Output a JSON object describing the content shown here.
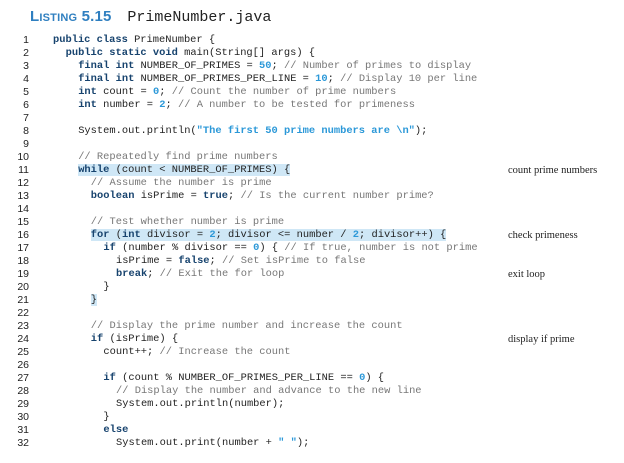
{
  "listing": {
    "label": "Listing 5.15",
    "filename": "PrimeNumber.java"
  },
  "colors": {
    "keyword": "#17436e",
    "literal": "#2b98d8",
    "comment": "#777777",
    "highlight": "#cfe7f6"
  },
  "lines": [
    {
      "n": "1",
      "indent": 0,
      "tokens": [
        [
          "k",
          "public class"
        ],
        [
          "t",
          " PrimeNumber {"
        ]
      ]
    },
    {
      "n": "2",
      "indent": 1,
      "tokens": [
        [
          "k",
          "public static void"
        ],
        [
          "t",
          " main(String[] args) {"
        ]
      ]
    },
    {
      "n": "3",
      "indent": 2,
      "tokens": [
        [
          "k",
          "final int"
        ],
        [
          "t",
          " NUMBER_OF_PRIMES = "
        ],
        [
          "n",
          "50"
        ],
        [
          "t",
          "; "
        ],
        [
          "c",
          "// Number of primes to display"
        ]
      ]
    },
    {
      "n": "4",
      "indent": 2,
      "tokens": [
        [
          "k",
          "final int"
        ],
        [
          "t",
          " NUMBER_OF_PRIMES_PER_LINE = "
        ],
        [
          "n",
          "10"
        ],
        [
          "t",
          "; "
        ],
        [
          "c",
          "// Display 10 per line"
        ]
      ]
    },
    {
      "n": "5",
      "indent": 2,
      "tokens": [
        [
          "k",
          "int"
        ],
        [
          "t",
          " count = "
        ],
        [
          "n",
          "0"
        ],
        [
          "t",
          "; "
        ],
        [
          "c",
          "// Count the number of prime numbers"
        ]
      ]
    },
    {
      "n": "6",
      "indent": 2,
      "tokens": [
        [
          "k",
          "int"
        ],
        [
          "t",
          " number = "
        ],
        [
          "n",
          "2"
        ],
        [
          "t",
          "; "
        ],
        [
          "c",
          "// A number to be tested for primeness"
        ]
      ]
    },
    {
      "n": "7",
      "indent": 0,
      "tokens": []
    },
    {
      "n": "8",
      "indent": 2,
      "tokens": [
        [
          "t",
          "System.out.println("
        ],
        [
          "n",
          "\"The first 50 prime numbers are \\n\""
        ],
        [
          "t",
          ");"
        ]
      ]
    },
    {
      "n": "9",
      "indent": 0,
      "tokens": []
    },
    {
      "n": "10",
      "indent": 2,
      "tokens": [
        [
          "c",
          "// Repeatedly find prime numbers"
        ]
      ]
    },
    {
      "n": "11",
      "indent": 2,
      "hl": true,
      "note": "count prime numbers",
      "tokens": [
        [
          "k",
          "while"
        ],
        [
          "t",
          " (count < NUMBER_OF_PRIMES) {"
        ]
      ]
    },
    {
      "n": "12",
      "indent": 3,
      "tokens": [
        [
          "c",
          "// Assume the number is prime"
        ]
      ]
    },
    {
      "n": "13",
      "indent": 3,
      "tokens": [
        [
          "k",
          "boolean"
        ],
        [
          "t",
          " isPrime = "
        ],
        [
          "k",
          "true"
        ],
        [
          "t",
          "; "
        ],
        [
          "c",
          "// Is the current number prime?"
        ]
      ]
    },
    {
      "n": "14",
      "indent": 0,
      "tokens": []
    },
    {
      "n": "15",
      "indent": 3,
      "tokens": [
        [
          "c",
          "// Test whether number is prime"
        ]
      ]
    },
    {
      "n": "16",
      "indent": 3,
      "hl": true,
      "note": "check primeness",
      "tokens": [
        [
          "k",
          "for"
        ],
        [
          "t",
          " ("
        ],
        [
          "k",
          "int"
        ],
        [
          "t",
          " divisor = "
        ],
        [
          "n",
          "2"
        ],
        [
          "t",
          "; divisor <= number / "
        ],
        [
          "n",
          "2"
        ],
        [
          "t",
          "; divisor++) {"
        ]
      ]
    },
    {
      "n": "17",
      "indent": 4,
      "tokens": [
        [
          "k",
          "if"
        ],
        [
          "t",
          " (number % divisor == "
        ],
        [
          "n",
          "0"
        ],
        [
          "t",
          ") { "
        ],
        [
          "c",
          "// If true, number is not prime"
        ]
      ]
    },
    {
      "n": "18",
      "indent": 5,
      "tokens": [
        [
          "t",
          "isPrime = "
        ],
        [
          "k",
          "false"
        ],
        [
          "t",
          "; "
        ],
        [
          "c",
          "// Set isPrime to false"
        ]
      ]
    },
    {
      "n": "19",
      "indent": 5,
      "note": "exit loop",
      "tokens": [
        [
          "k",
          "break"
        ],
        [
          "t",
          "; "
        ],
        [
          "c",
          "// Exit the for loop"
        ]
      ]
    },
    {
      "n": "20",
      "indent": 4,
      "tokens": [
        [
          "t",
          "}"
        ]
      ]
    },
    {
      "n": "21",
      "indent": 3,
      "hl": true,
      "tokens": [
        [
          "t",
          "}"
        ]
      ]
    },
    {
      "n": "22",
      "indent": 0,
      "tokens": []
    },
    {
      "n": "23",
      "indent": 3,
      "tokens": [
        [
          "c",
          "// Display the prime number and increase the count"
        ]
      ]
    },
    {
      "n": "24",
      "indent": 3,
      "note": "display if prime",
      "tokens": [
        [
          "k",
          "if"
        ],
        [
          "t",
          " (isPrime) {"
        ]
      ]
    },
    {
      "n": "25",
      "indent": 4,
      "tokens": [
        [
          "t",
          "count++; "
        ],
        [
          "c",
          "// Increase the count"
        ]
      ]
    },
    {
      "n": "26",
      "indent": 0,
      "tokens": []
    },
    {
      "n": "27",
      "indent": 4,
      "tokens": [
        [
          "k",
          "if"
        ],
        [
          "t",
          " (count % NUMBER_OF_PRIMES_PER_LINE == "
        ],
        [
          "n",
          "0"
        ],
        [
          "t",
          ") {"
        ]
      ]
    },
    {
      "n": "28",
      "indent": 5,
      "tokens": [
        [
          "c",
          "// Display the number and advance to the new line"
        ]
      ]
    },
    {
      "n": "29",
      "indent": 5,
      "tokens": [
        [
          "t",
          "System.out.println(number);"
        ]
      ]
    },
    {
      "n": "30",
      "indent": 4,
      "tokens": [
        [
          "t",
          "}"
        ]
      ]
    },
    {
      "n": "31",
      "indent": 4,
      "tokens": [
        [
          "k",
          "else"
        ]
      ]
    },
    {
      "n": "32",
      "indent": 5,
      "tokens": [
        [
          "t",
          "System.out.print(number + "
        ],
        [
          "n",
          "\" \""
        ],
        [
          "t",
          ");"
        ]
      ]
    }
  ]
}
